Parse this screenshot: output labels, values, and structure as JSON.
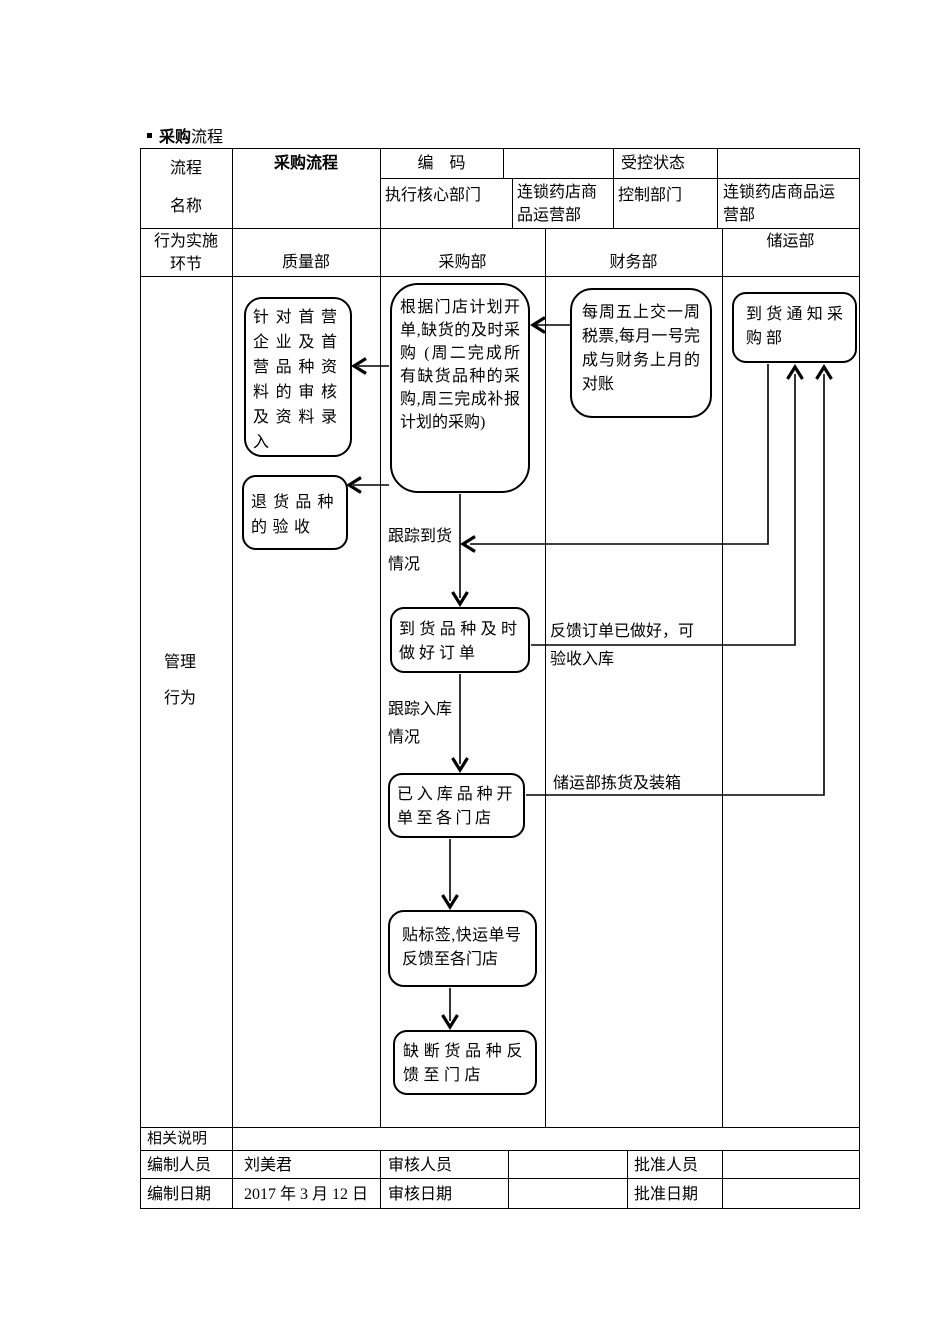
{
  "page": {
    "title_bold": "采购",
    "title_rest": "流程"
  },
  "header": {
    "row_label": "流程\n名称",
    "process_name": "采购流程",
    "code_label": "编　码",
    "code_value": "",
    "status_label": "受控状态",
    "status_value": "",
    "exec_label": "执行核心部门",
    "exec_value": "连锁药店商\n品运营部",
    "control_label": "控制部门",
    "control_value": "连锁药店商品运\n营部"
  },
  "departments": {
    "row_label": "行为实施\n环节",
    "quality": "质量部",
    "purchasing": "采购部",
    "finance": "财务部",
    "logistics": "储运部"
  },
  "flow": {
    "row_label": "管理\n行为",
    "boxes": {
      "quality_review": "针对首营企业及首营品种资料的审核及资料录入",
      "purchase_plan": "根据门店计划开单,缺货的及时采购 (周二完成所有缺货品种的采购,周三完成补报计划的采购)",
      "finance_tax": "每周五上交一周税票,每月一号完成与财务上月的对账",
      "arrival_notice": "到货通知采购部",
      "return_accept": "退货品种的验收",
      "order_ready": "到货品种及时做好订单",
      "warehouse_order": "已入库品种开单至各门店",
      "label_feedback": "贴标签,快运单号反馈至各门店",
      "shortage_feedback": "缺断货品种反馈至门店"
    },
    "labels": {
      "track_arrival": "跟踪到货\n情况",
      "track_storage": "跟踪入库\n情况",
      "feedback_order": "反馈订单已做好，可\n验收入库",
      "picking": "储运部拣货及装箱"
    }
  },
  "footer": {
    "notes_label": "相关说明",
    "maker_label": "编制人员",
    "maker_value": "刘美君",
    "reviewer_label": "审核人员",
    "reviewer_value": "",
    "approver_label": "批准人员",
    "approver_value": "",
    "make_date_label": "编制日期",
    "make_date_value": "2017 年 3 月 12 日",
    "review_date_label": "审核日期",
    "review_date_value": "",
    "approve_date_label": "批准日期",
    "approve_date_value": ""
  },
  "colors": {
    "ink": "#000000",
    "paper": "#ffffff"
  }
}
